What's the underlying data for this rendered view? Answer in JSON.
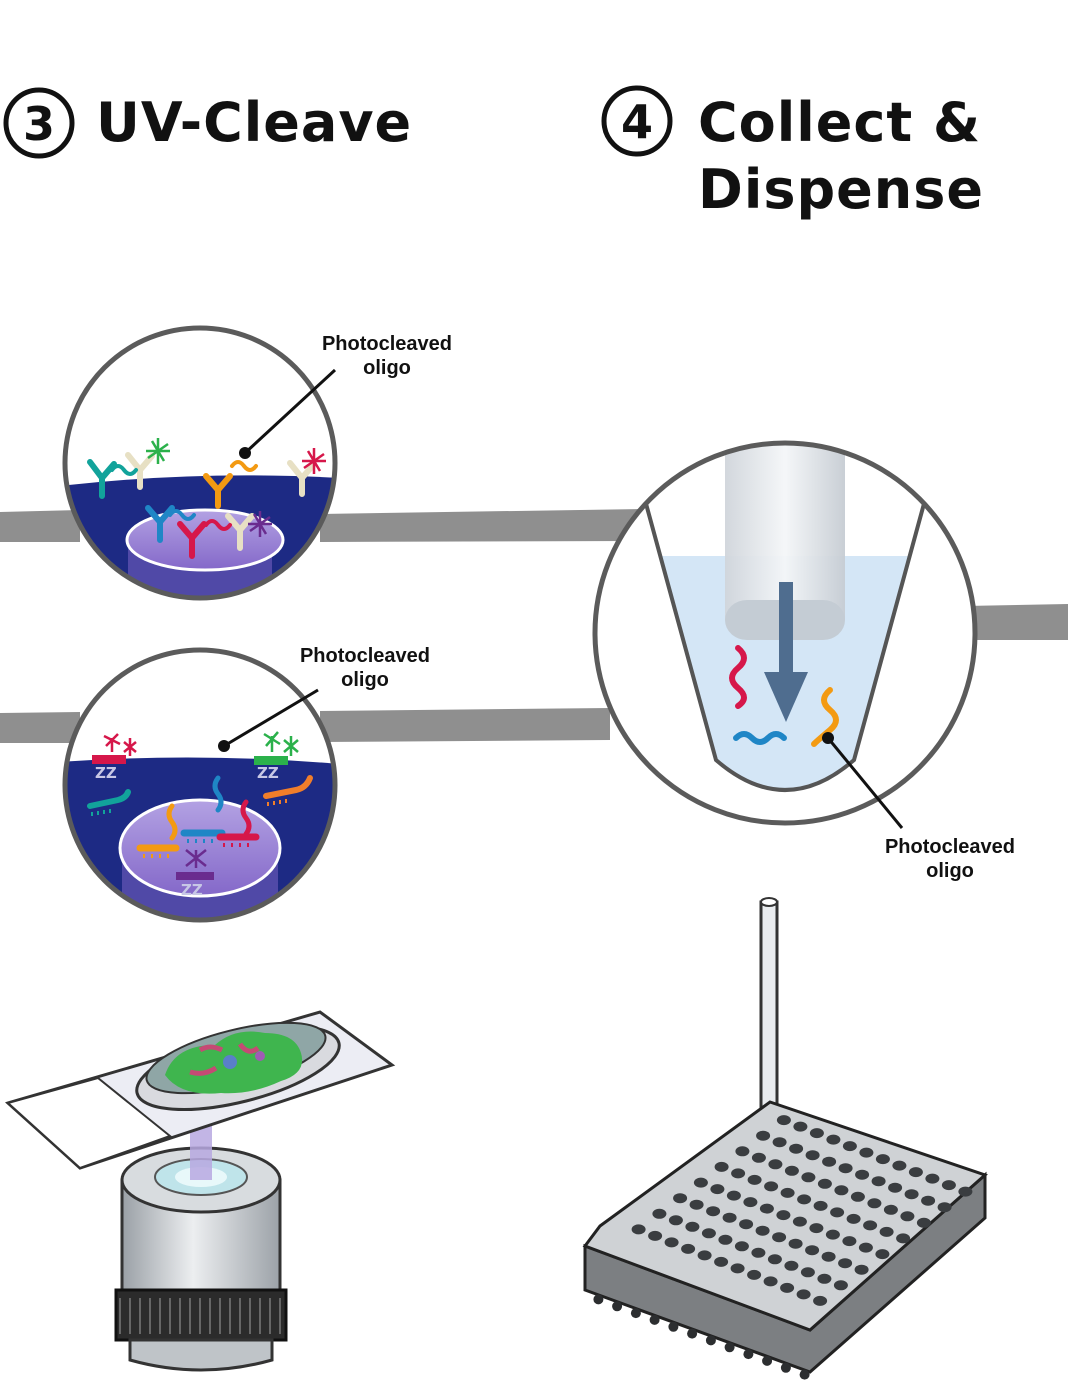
{
  "step3": {
    "number": "3",
    "title": "UV-Cleave"
  },
  "step4": {
    "number": "4",
    "title_line1": "Collect &",
    "title_line2": "Dispense"
  },
  "callouts": {
    "antibody_panel": [
      "Photocleaved",
      "oligo"
    ],
    "probe_panel": [
      "Photocleaved",
      "oligo"
    ],
    "tube_panel": [
      "Photocleaved",
      "oligo"
    ]
  },
  "colors": {
    "tissue_blue": "#1d2a84",
    "roi_purple": "#9b83d6",
    "buffer_blue": "#d4e6f6",
    "connector_gray": "#8f8f8f",
    "oligo_red": "#d6174a",
    "oligo_orange": "#f39a12",
    "oligo_blue": "#1f86c6",
    "oligo_teal": "#12a39b",
    "oligo_green": "#2bb14b",
    "oligo_purple": "#6a2c8f"
  },
  "icons": [
    "antibody-icon",
    "fluor-starburst-icon",
    "oligo-squiggle-icon",
    "probe-barcode-icon",
    "microscope-objective-icon",
    "slide-icon",
    "capillary-tip-icon",
    "well-plate-icon",
    "down-arrow-icon"
  ]
}
